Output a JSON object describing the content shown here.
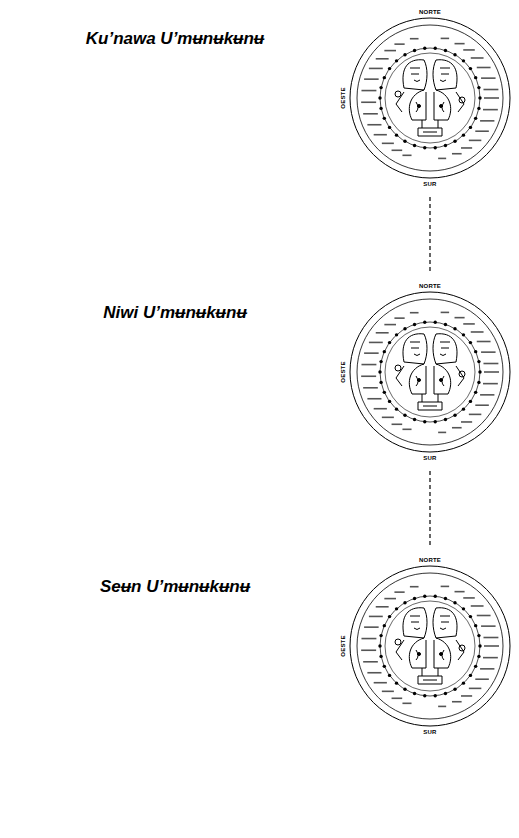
{
  "diagram": {
    "nodes": [
      {
        "text": [
          "Ku’nawa U’mʉnʉkʉnʉ",
          "NORTE",
          "OESTE",
          "SUR"
        ]
      },
      {
        "text": [
          "Niwi U’mʉnʉkʉnʉ",
          "NORTE",
          "OESTE",
          "SUR"
        ]
      },
      {
        "text": [
          "Seʉn U’mʉnʉkʉnʉ",
          "NORTE",
          "OESTE",
          "SUR"
        ]
      }
    ],
    "edges": [
      {
        "from": 0,
        "to": 1,
        "arrow": "none"
      },
      {
        "from": 1,
        "to": 2,
        "arrow": "none"
      }
    ]
  }
}
